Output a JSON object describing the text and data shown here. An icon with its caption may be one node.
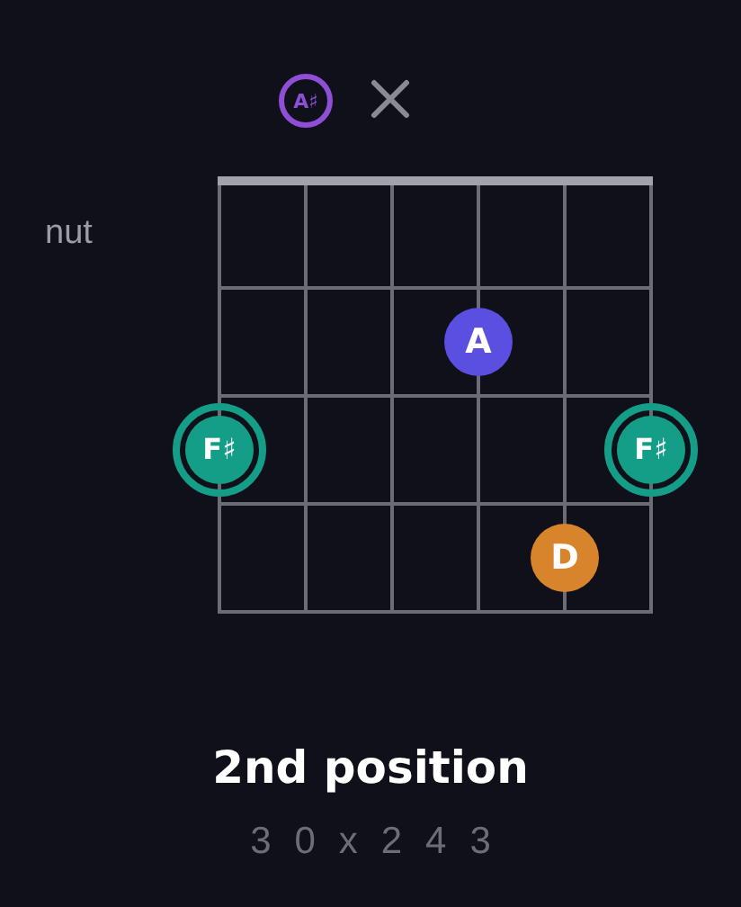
{
  "diagram": {
    "title": "2nd position",
    "nodes": [
      {
        "text": [
          "A♯"
        ]
      },
      {
        "text": [
          "A"
        ]
      },
      {
        "text": [
          "F♯"
        ]
      },
      {
        "text": [
          "F♯"
        ]
      },
      {
        "text": [
          "D"
        ]
      }
    ],
    "labels": [
      "nut",
      "3 0 x 2 4 3"
    ]
  }
}
